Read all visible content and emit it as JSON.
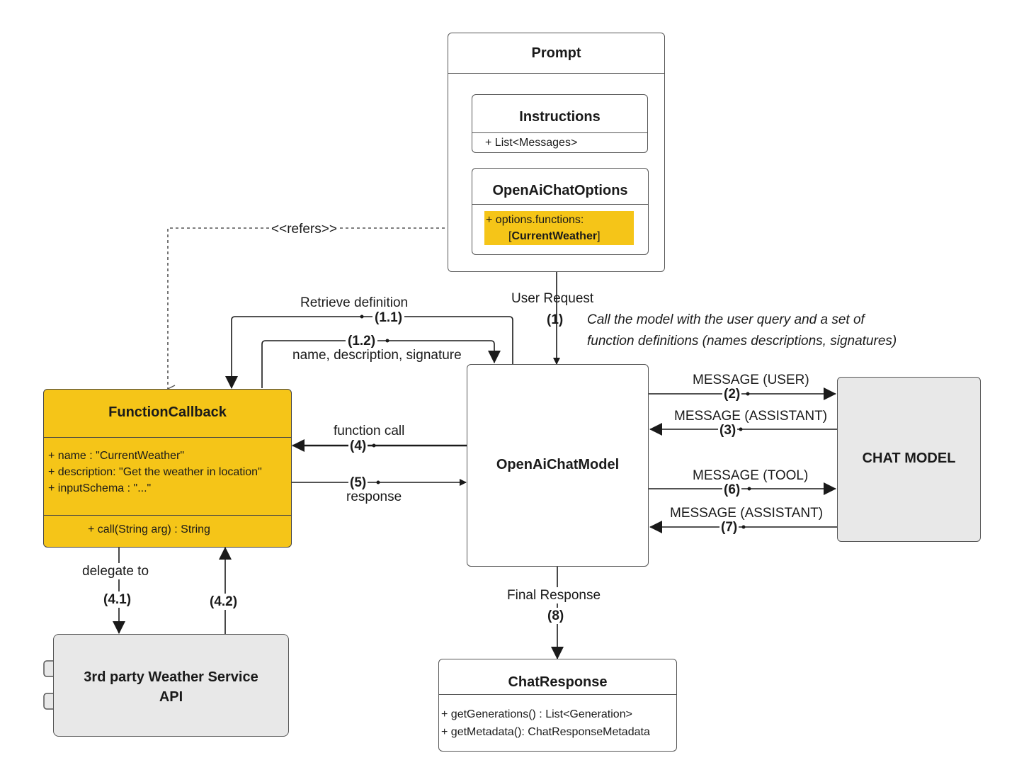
{
  "prompt": {
    "title": "Prompt",
    "instructions": {
      "title": "Instructions",
      "attr": "+ List<Messages>"
    },
    "options": {
      "title": "OpenAiChatOptions",
      "attr_line1": "+ options.functions:",
      "attr_bracket_open": "[",
      "attr_value": "CurrentWeather",
      "attr_bracket_close": "]"
    }
  },
  "function_callback": {
    "title": "FunctionCallback",
    "attrs": [
      "+ name : \"CurrentWeather\"",
      "+ description: \"Get the weather in location\"",
      "+ inputSchema : \"...\""
    ],
    "method": "+ call(String arg) : String"
  },
  "chat_model_client": {
    "title": "OpenAiChatModel"
  },
  "chat_model": {
    "title": "CHAT MODEL"
  },
  "weather_api": {
    "title_line1": "3rd party Weather Service",
    "title_line2": "API"
  },
  "chat_response": {
    "title": "ChatResponse",
    "methods": [
      "+ getGenerations() : List<Generation>",
      "+ getMetadata(): ChatResponseMetadata"
    ]
  },
  "edges": {
    "refers": "<<refers>>",
    "user_request": "User Request",
    "step1": "(1)",
    "note_line1": "Call the model with the user query and a set of",
    "note_line2": "function definitions (names descriptions, signatures)",
    "retrieve_definition": "Retrieve definition",
    "step1_1": "(1.1)",
    "step1_2": "(1.2)",
    "name_desc_sig": "name, description, signature",
    "message_user": "MESSAGE (USER)",
    "step2": "(2)",
    "message_assistant_1": "MESSAGE (ASSISTANT)",
    "step3": "(3)",
    "function_call": "function call",
    "step4": "(4)",
    "step5": "(5)",
    "response": "response",
    "message_tool": "MESSAGE (TOOL)",
    "step6": "(6)",
    "message_assistant_2": "MESSAGE (ASSISTANT)",
    "step7": "(7)",
    "delegate_to": "delegate to",
    "step4_1": "(4.1)",
    "step4_2": "(4.2)",
    "final_response": "Final Response",
    "step8": "(8)"
  },
  "colors": {
    "accent": "#f5c518",
    "grey_fill": "#e8e8e8",
    "line": "#1a1a1a",
    "border": "#555555"
  }
}
